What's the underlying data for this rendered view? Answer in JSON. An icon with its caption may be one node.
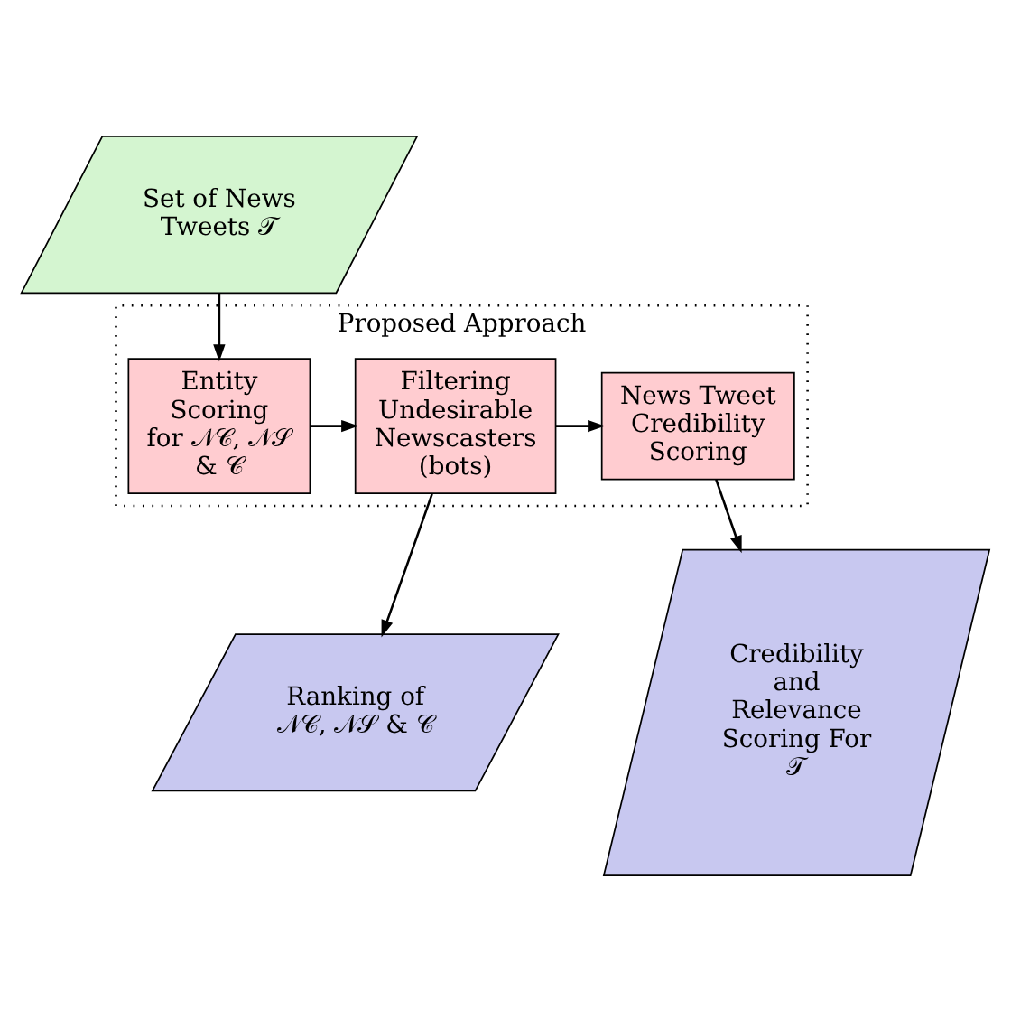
{
  "diagram": {
    "nodes": [
      {
        "text": [
          "Set of News Tweets 𝒯"
        ]
      },
      {
        "text": [
          "Proposed Approach"
        ]
      },
      {
        "text": [
          "Entity Scoring for 𝒩𝒞, 𝒩𝒮 & 𝒞"
        ],
        "in": 1
      },
      {
        "text": [
          "Filtering Undesirable Newscasters (bots)"
        ],
        "in": 1
      },
      {
        "text": [
          "News Tweet Credibility Scoring"
        ],
        "in": 1
      },
      {
        "text": [
          "Ranking of 𝒩𝒞, 𝒩𝒮 & 𝒞"
        ]
      },
      {
        "text": [
          "Credibility and Relevance Scoring For 𝒯"
        ]
      }
    ],
    "edges": [
      {
        "from": 0,
        "to": 2,
        "arrow": "to"
      },
      {
        "from": 2,
        "to": 3,
        "arrow": "to"
      },
      {
        "from": 3,
        "to": 4,
        "arrow": "to"
      },
      {
        "from": 3,
        "to": 5,
        "arrow": "to"
      },
      {
        "from": 4,
        "to": 6,
        "arrow": "to"
      }
    ]
  }
}
